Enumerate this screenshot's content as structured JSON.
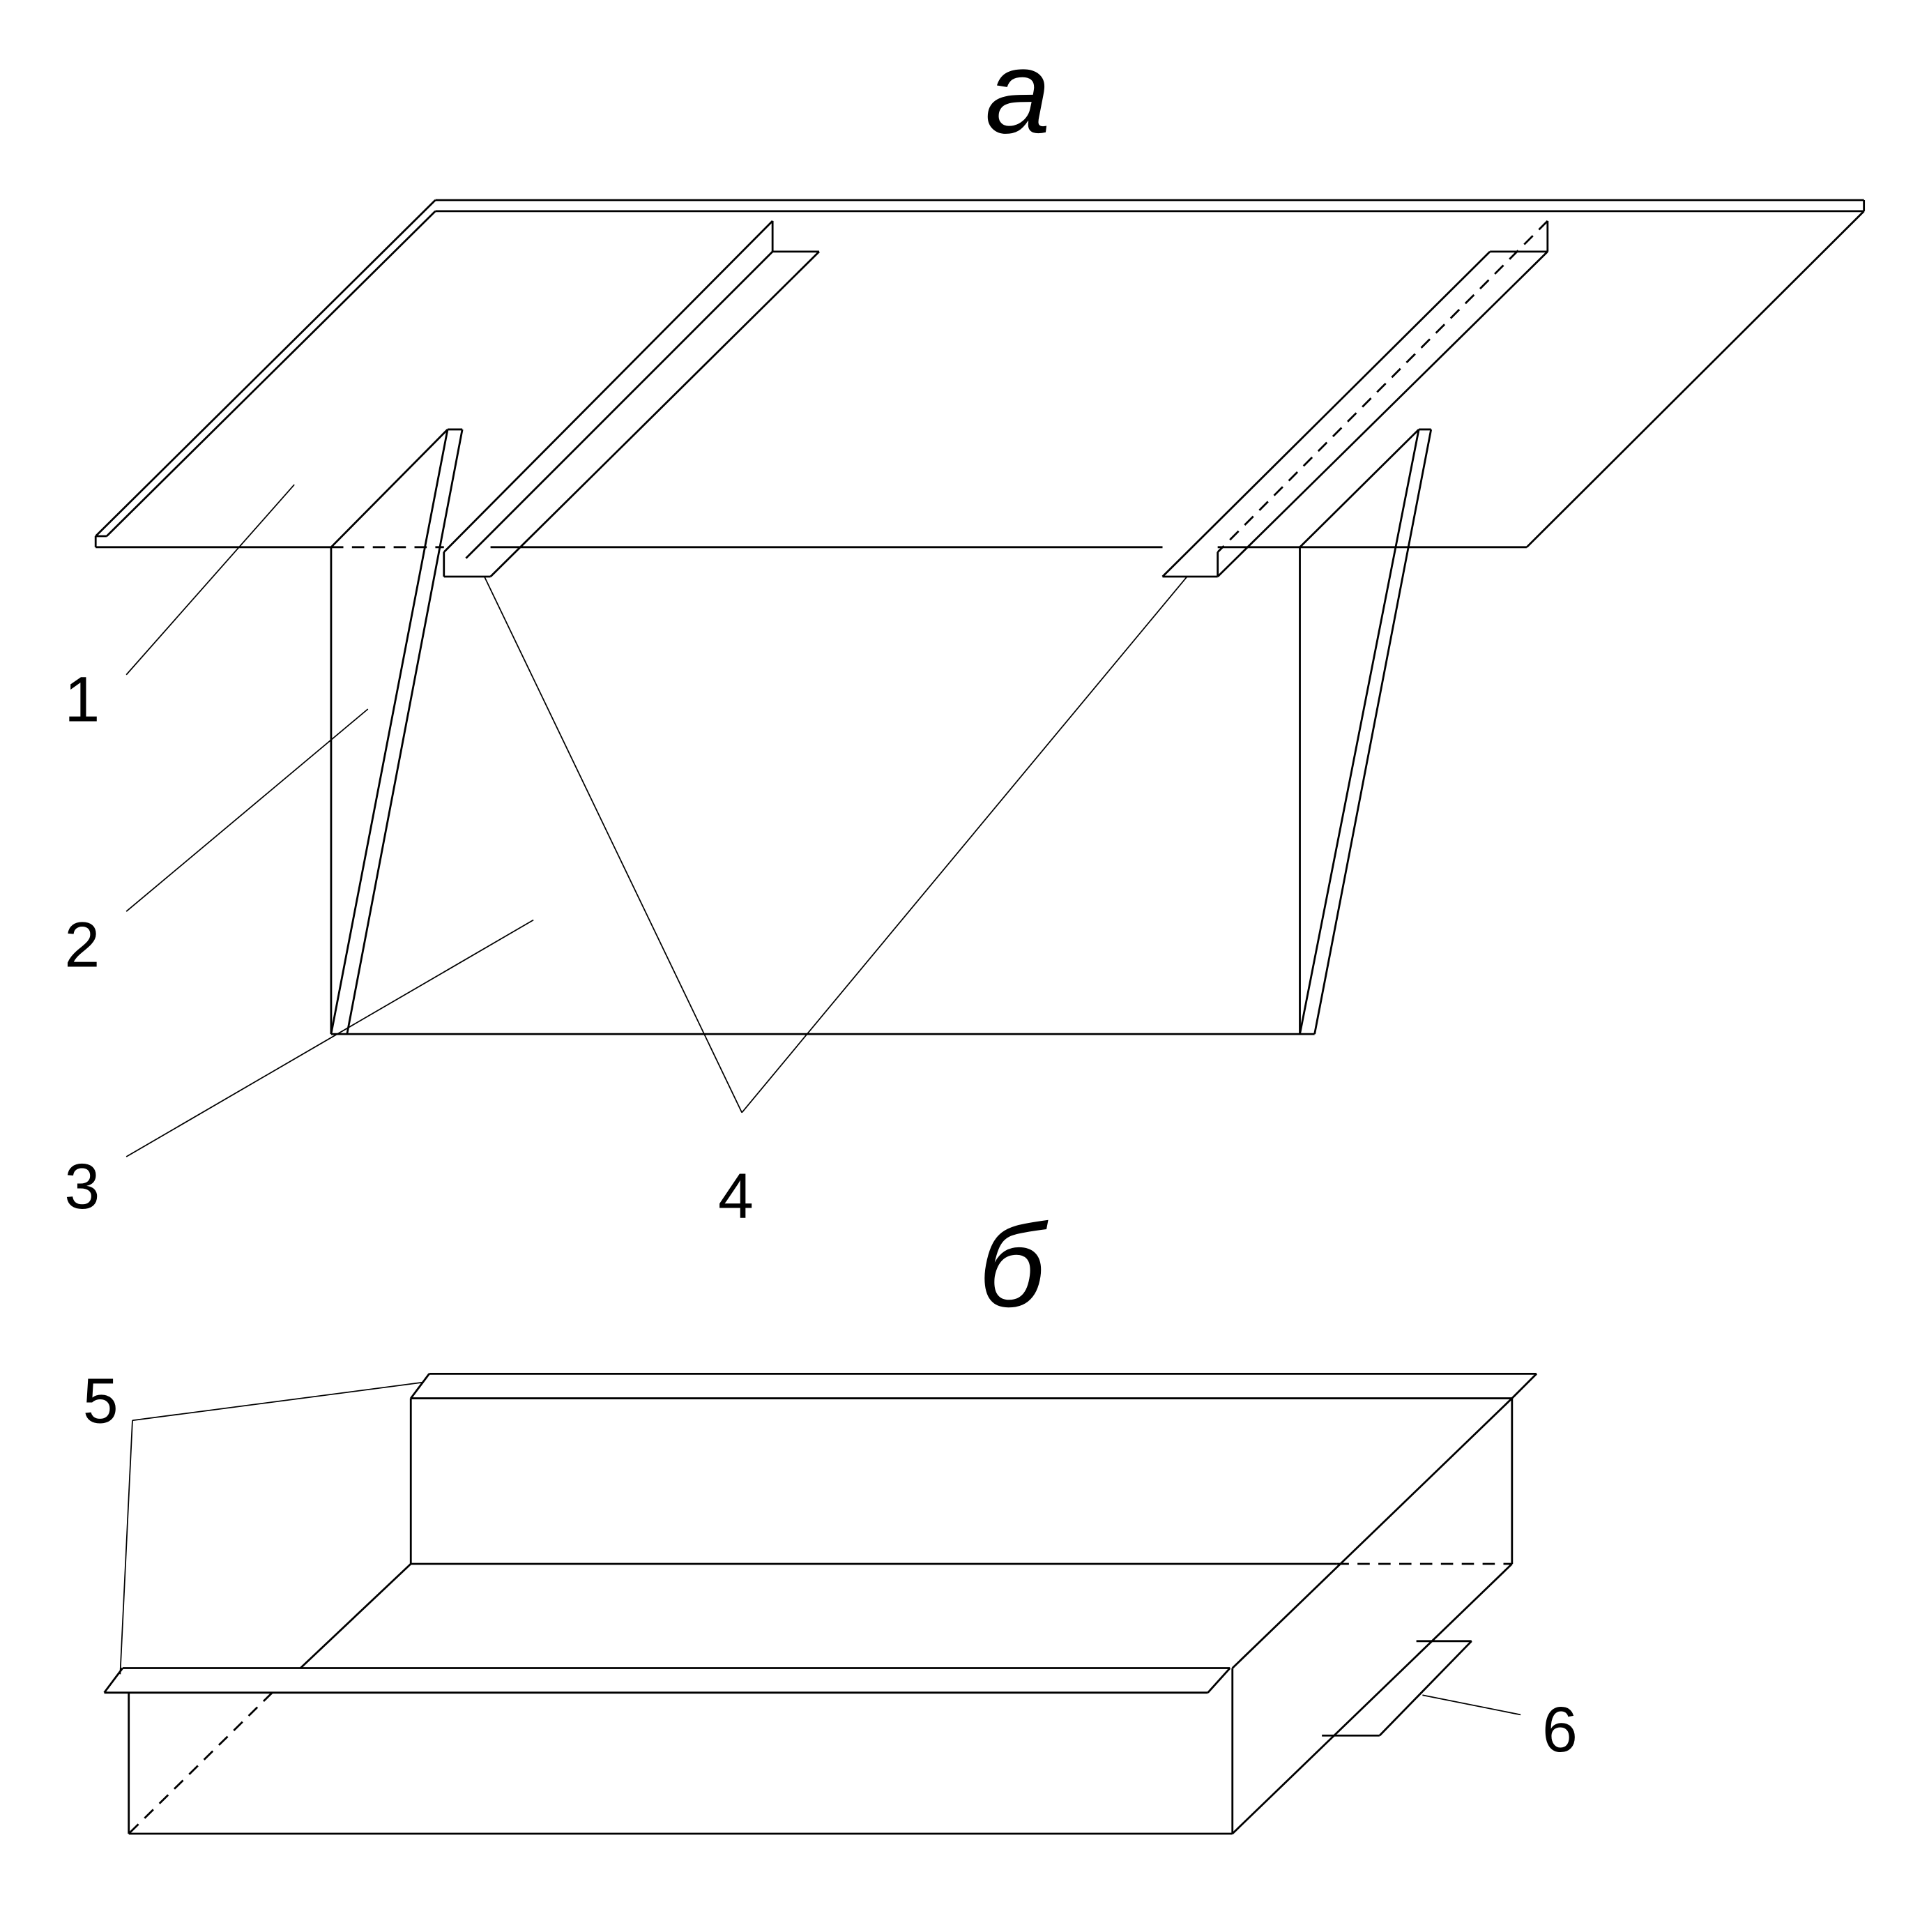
{
  "figure": {
    "panel_a_label": "а",
    "panel_b_label": "б",
    "callouts": {
      "c1": "1",
      "c2": "2",
      "c3": "3",
      "c4": "4",
      "c5": "5",
      "c6": "6"
    }
  }
}
